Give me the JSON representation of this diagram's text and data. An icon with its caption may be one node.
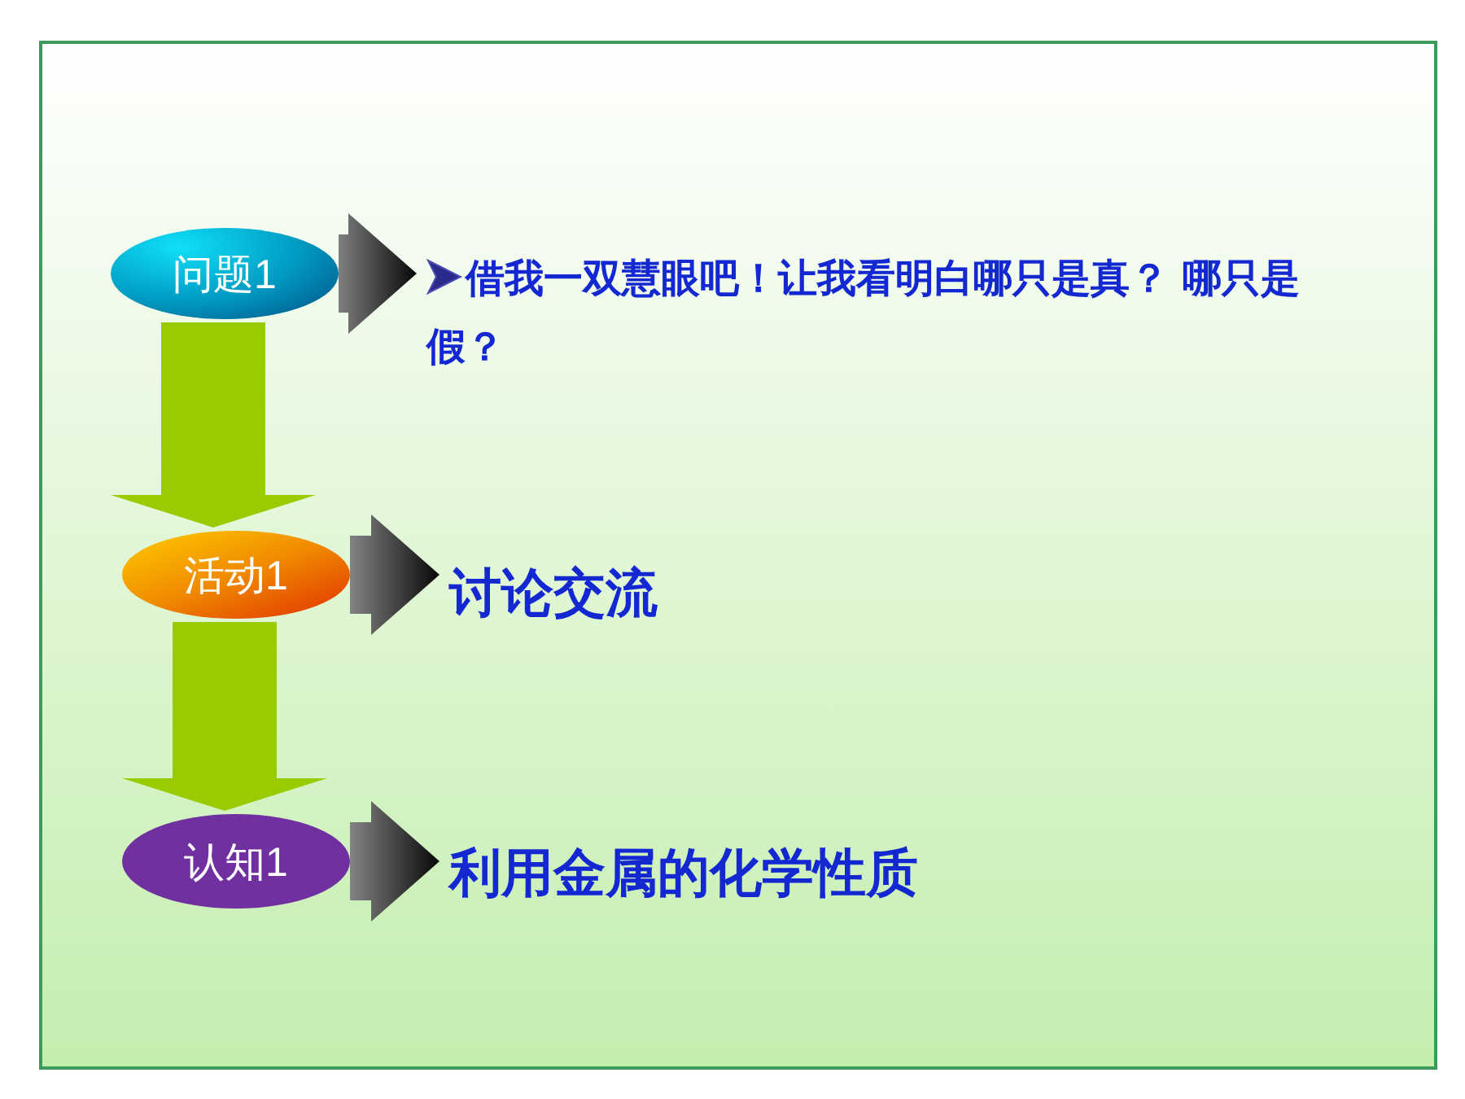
{
  "diagram": {
    "nodes": [
      {
        "text": [
          "问题1"
        ]
      },
      {
        "text": [
          "借我一双慧眼吧！让我看明白哪只是真？ 哪只是假？"
        ]
      },
      {
        "text": [
          "活动1"
        ]
      },
      {
        "text": [
          "讨论交流"
        ]
      },
      {
        "text": [
          "认知1"
        ]
      },
      {
        "text": [
          "利用金属的化学性质"
        ]
      }
    ],
    "edges": [
      {
        "from": 0,
        "to": 1,
        "arrow": "to"
      },
      {
        "from": 0,
        "to": 2,
        "arrow": "to",
        "color": "#99cc00"
      },
      {
        "from": 2,
        "to": 3,
        "arrow": "to"
      },
      {
        "from": 2,
        "to": 4,
        "arrow": "to",
        "color": "#99cc00"
      },
      {
        "from": 4,
        "to": 5,
        "arrow": "to"
      }
    ]
  }
}
